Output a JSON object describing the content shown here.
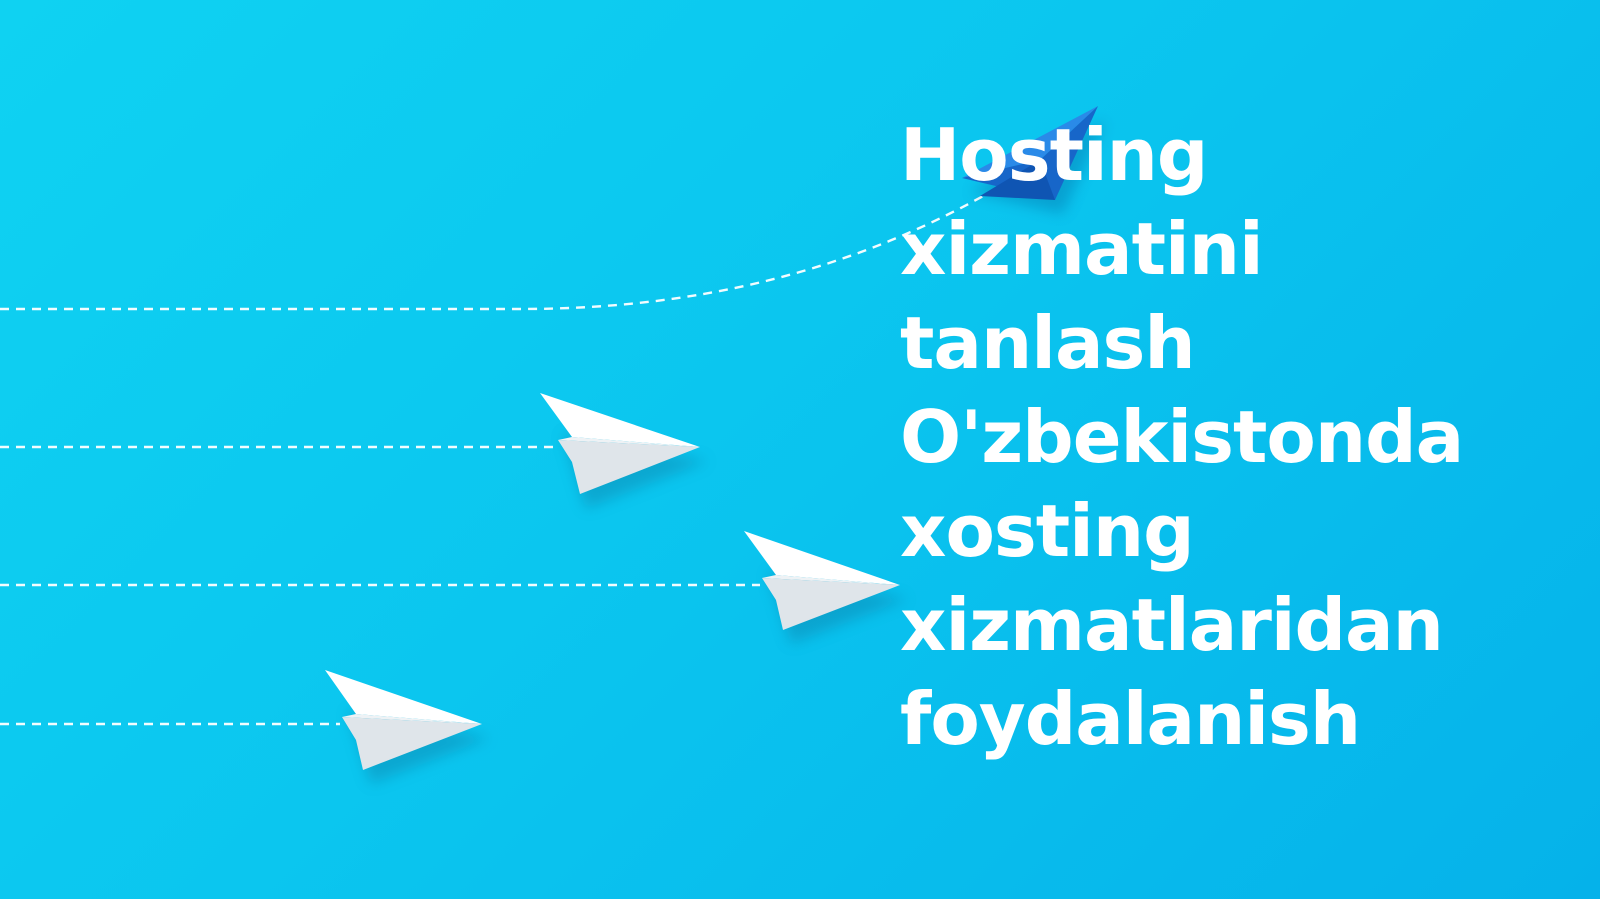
{
  "background": {
    "color_light": "#0fd2f2",
    "color_dark": "#05b2ea"
  },
  "illustration": {
    "subject": "paper-planes",
    "planes": [
      {
        "name": "leader-plane",
        "color": "#1a73d9"
      },
      {
        "name": "follower-plane-1",
        "color": "#ffffff"
      },
      {
        "name": "follower-plane-2",
        "color": "#ffffff"
      },
      {
        "name": "follower-plane-3",
        "color": "#ffffff"
      }
    ],
    "trail_style": "dashed"
  },
  "headline": {
    "lines": [
      "Hosting",
      "xizmatini",
      "tanlash",
      "O'zbekistonda",
      "xosting",
      "xizmatlaridan",
      "foydalanish"
    ],
    "color": "#ffffff"
  }
}
